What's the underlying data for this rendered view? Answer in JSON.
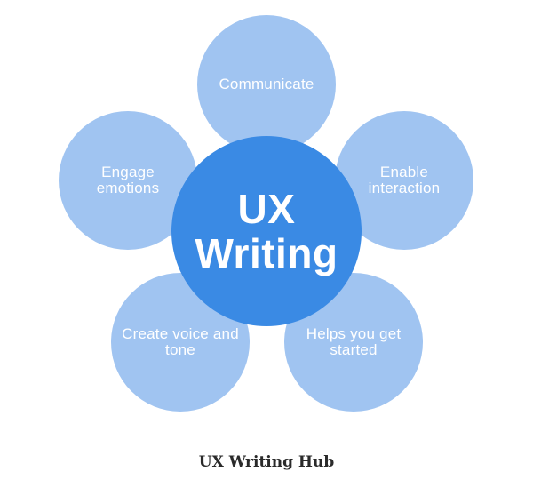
{
  "colors": {
    "petal_fill": "#a0c4f1",
    "center_fill": "#3a8ae4",
    "label_text": "#ffffff",
    "caption_text": "#2a2a2a",
    "background": "#ffffff"
  },
  "diagram": {
    "center": {
      "line1": "UX",
      "line2": "Writing"
    },
    "petals": {
      "communicate": "Communicate",
      "enable_interaction": "Enable interaction",
      "helps_you_get_started": "Helps you get started",
      "create_voice_and_tone": "Create voice and tone",
      "engage_emotions": "Engage emotions"
    }
  },
  "caption": "UX Writing Hub"
}
